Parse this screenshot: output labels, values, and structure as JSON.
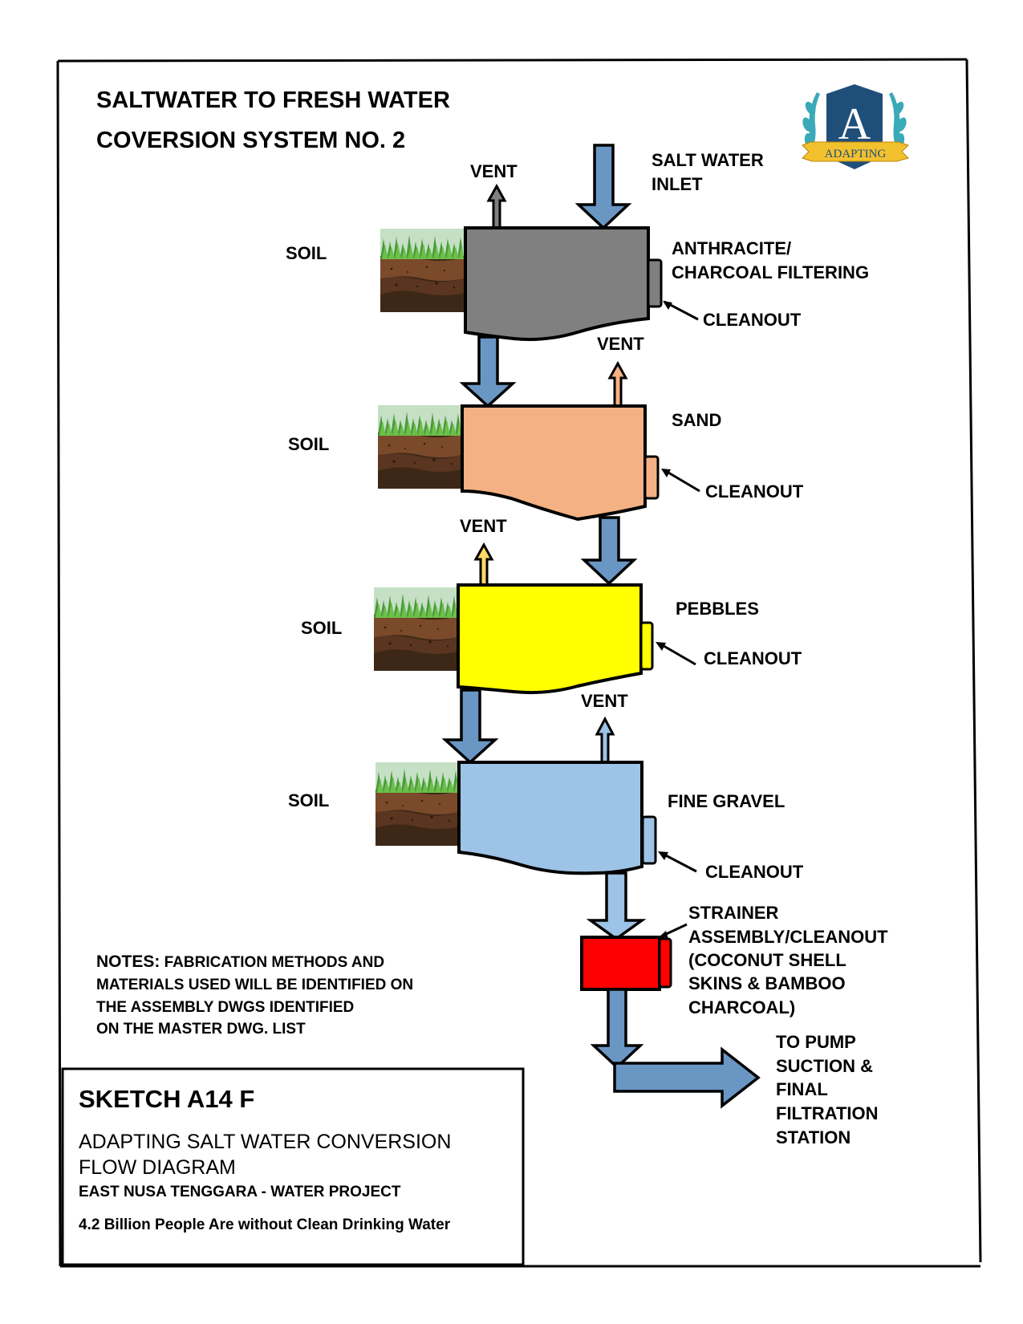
{
  "title": {
    "line1": "SALTWATER TO FRESH WATER",
    "line2": "COVERSION SYSTEM NO. 2"
  },
  "logo": {
    "letter": "A",
    "ribbon_text": "ADAPTING",
    "colors": {
      "shield": "#1f4e79",
      "laurel": "#3aa9b8",
      "ribbon": "#f2c12e"
    }
  },
  "inlet": {
    "line1": "SALT WATER",
    "line2": "INLET"
  },
  "stages": [
    {
      "name": "anthracite",
      "soil_label": "SOIL",
      "vent_label": "VENT",
      "material_line1": "ANTHRACITE/",
      "material_line2": "CHARCOAL FILTERING",
      "cleanout_label": "CLEANOUT",
      "fill": "#808080"
    },
    {
      "name": "sand",
      "soil_label": "SOIL",
      "vent_label": "VENT",
      "material_line1": "SAND",
      "material_line2": "",
      "cleanout_label": "CLEANOUT",
      "fill": "#f4b183"
    },
    {
      "name": "pebbles",
      "soil_label": "SOIL",
      "vent_label": "VENT",
      "material_line1": "PEBBLES",
      "material_line2": "",
      "cleanout_label": "CLEANOUT",
      "fill": "#ffff00"
    },
    {
      "name": "fine-gravel",
      "soil_label": "SOIL",
      "vent_label": "VENT",
      "material_line1": "FINE GRAVEL",
      "material_line2": "",
      "cleanout_label": "CLEANOUT",
      "fill": "#9dc3e6"
    }
  ],
  "strainer": {
    "lines": [
      "STRAINER",
      "ASSEMBLY/CLEANOUT",
      "(COCONUT SHELL",
      "SKINS & BAMBOO",
      "CHARCOAL)"
    ],
    "fill": "#ff0000"
  },
  "outlet": {
    "lines": [
      "TO PUMP",
      "SUCTION &",
      "FINAL",
      "FILTRATION",
      "STATION"
    ]
  },
  "notes": {
    "lead": "NOTES:",
    "line1": " FABRICATION METHODS AND",
    "line2": "MATERIALS USED WILL BE IDENTIFIED ON",
    "line3": "THE ASSEMBLY DWGS IDENTIFIED",
    "line4": "ON THE MASTER DWG. LIST"
  },
  "title_block": {
    "sketch": "SKETCH A14 F",
    "subtitle1": "ADAPTING SALT WATER CONVERSION",
    "subtitle2": "FLOW DIAGRAM",
    "project": "EAST NUSA TENGGARA - WATER PROJECT",
    "tagline": "4.2 Billion People Are without Clean Drinking Water"
  },
  "colors": {
    "flow_arrow": "#6a96c4",
    "flow_arrow_light": "#9dc3e6",
    "outline": "#000000"
  }
}
